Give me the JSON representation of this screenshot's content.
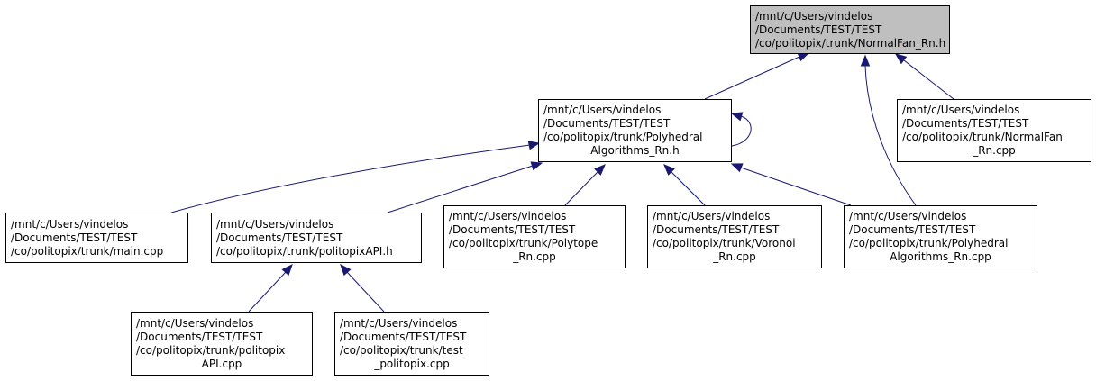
{
  "colors": {
    "edge": "#191970",
    "border": "#000000",
    "root_fill": "#bfbfbf",
    "node_fill": "#ffffff"
  },
  "nodes": {
    "normalfan_h": {
      "lines": [
        "/mnt/c/Users/vindelos",
        "/Documents/TEST/TEST",
        "/co/politopix/trunk/NormalFan_Rn.h"
      ]
    },
    "polyhedral_h": {
      "lines": [
        "/mnt/c/Users/vindelos",
        "/Documents/TEST/TEST",
        "/co/politopix/trunk/Polyhedral",
        "Algorithms_Rn.h"
      ]
    },
    "normalfan_cpp": {
      "lines": [
        "/mnt/c/Users/vindelos",
        "/Documents/TEST/TEST",
        "/co/politopix/trunk/NormalFan",
        "_Rn.cpp"
      ]
    },
    "main_cpp": {
      "lines": [
        "/mnt/c/Users/vindelos",
        "/Documents/TEST/TEST",
        "/co/politopix/trunk/main.cpp"
      ]
    },
    "politopixapi_h": {
      "lines": [
        "/mnt/c/Users/vindelos",
        "/Documents/TEST/TEST",
        "/co/politopix/trunk/politopixAPI.h"
      ]
    },
    "polytope_cpp": {
      "lines": [
        "/mnt/c/Users/vindelos",
        "/Documents/TEST/TEST",
        "/co/politopix/trunk/Polytope",
        "_Rn.cpp"
      ]
    },
    "voronoi_cpp": {
      "lines": [
        "/mnt/c/Users/vindelos",
        "/Documents/TEST/TEST",
        "/co/politopix/trunk/Voronoi",
        "_Rn.cpp"
      ]
    },
    "polyhedral_cpp": {
      "lines": [
        "/mnt/c/Users/vindelos",
        "/Documents/TEST/TEST",
        "/co/politopix/trunk/Polyhedral",
        "Algorithms_Rn.cpp"
      ]
    },
    "politopixapi_cpp": {
      "lines": [
        "/mnt/c/Users/vindelos",
        "/Documents/TEST/TEST",
        "/co/politopix/trunk/politopix",
        "API.cpp"
      ]
    },
    "test_politopix_cpp": {
      "lines": [
        "/mnt/c/Users/vindelos",
        "/Documents/TEST/TEST",
        "/co/politopix/trunk/test",
        "_politopix.cpp"
      ]
    }
  },
  "edges": [
    {
      "from": "polyhedral_h",
      "to": "normalfan_h"
    },
    {
      "from": "normalfan_cpp",
      "to": "normalfan_h"
    },
    {
      "from": "polyhedral_cpp",
      "to": "normalfan_h"
    },
    {
      "from": "polyhedral_h",
      "to": "polyhedral_h"
    },
    {
      "from": "main_cpp",
      "to": "polyhedral_h"
    },
    {
      "from": "politopixapi_h",
      "to": "polyhedral_h"
    },
    {
      "from": "polytope_cpp",
      "to": "polyhedral_h"
    },
    {
      "from": "voronoi_cpp",
      "to": "polyhedral_h"
    },
    {
      "from": "polyhedral_cpp",
      "to": "polyhedral_h"
    },
    {
      "from": "politopixapi_cpp",
      "to": "politopixapi_h"
    },
    {
      "from": "test_politopix_cpp",
      "to": "politopixapi_h"
    }
  ]
}
